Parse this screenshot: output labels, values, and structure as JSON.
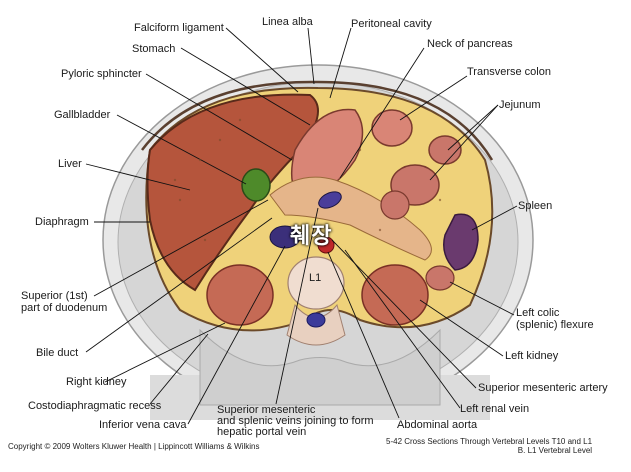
{
  "labels": {
    "falciform_ligament": "Falciform ligament",
    "linea_alba": "Linea alba",
    "peritoneal_cavity": "Peritoneal cavity",
    "stomach": "Stomach",
    "neck_of_pancreas": "Neck of pancreas",
    "pyloric_sphincter": "Pyloric sphincter",
    "transverse_colon": "Transverse colon",
    "jejunum": "Jejunum",
    "gallbladder": "Gallbladder",
    "liver": "Liver",
    "spleen": "Spleen",
    "diaphragm": "Diaphragm",
    "superior_duodenum": "Superior (1st)\npart of duodenum",
    "left_colic_flexure": "Left colic\n(splenic) flexure",
    "bile_duct": "Bile duct",
    "left_kidney": "Left kidney",
    "right_kidney": "Right kidney",
    "superior_mesenteric_artery": "Superior mesenteric artery",
    "costodiaphragmatic_recess": "Costodiaphragmatic recess",
    "left_renal_vein": "Left renal vein",
    "inferior_vena_cava": "Inferior vena cava",
    "sm_splenic_veins": "Superior mesenteric\nand splenic veins joining to form\nhepatic portal vein",
    "abdominal_aorta": "Abdominal aorta",
    "l1": "L1"
  },
  "overlay_text": "췌장",
  "copyright": "Copyright © 2009 Wolters Kluwer Health | Lippincott Williams & Wilkins",
  "caption": "5-42 Cross Sections Through Vertebral Levels T10 and L1\nB. L1 Vertebral Level",
  "colors": {
    "liver": "#b5553c",
    "fat": "#efd27a",
    "gallbladder": "#4e8a2a",
    "kidney": "#c56a55",
    "spleen": "#6a3a6e",
    "vein": "#3b2f7a",
    "aorta": "#c0282a",
    "skin": "#e6e6e6",
    "muscle": "#c9c9c9"
  }
}
